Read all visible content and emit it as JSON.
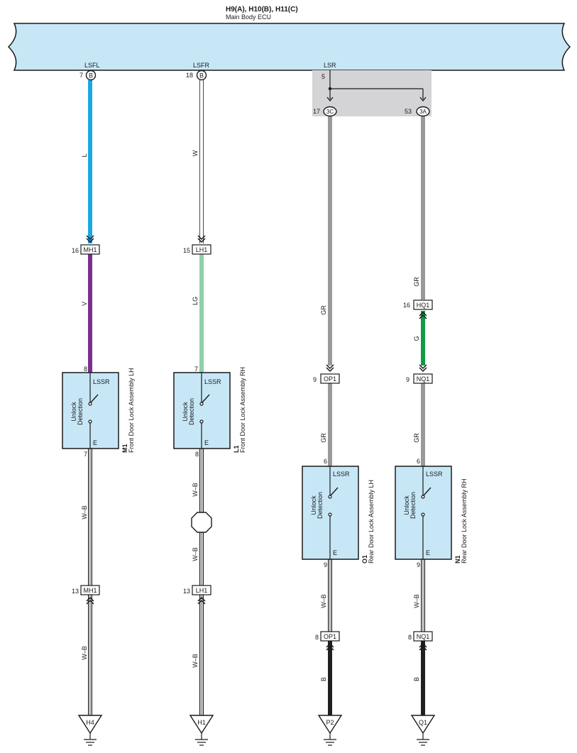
{
  "ecu": {
    "connectors_title": "H9(A), H10(B), H11(C)",
    "name": "Main Body ECU",
    "fill_color": "#c7e7f7",
    "terminals": [
      {
        "name": "LSFL",
        "pin": "7",
        "conn": "B"
      },
      {
        "name": "LSFR",
        "pin": "18",
        "conn": "B"
      },
      {
        "name": "LSR",
        "pin": "5"
      }
    ],
    "junction_pins": [
      {
        "pin": "17",
        "conn": "3C"
      },
      {
        "pin": "53",
        "conn": "3A"
      }
    ]
  },
  "wire_colors": {
    "L": "#1aa8e6",
    "W": "#ffffff",
    "V": "#7b2f8e",
    "LG": "#8fd0a6",
    "GR": "#999999",
    "G": "#119944",
    "W-B": "#ffffff",
    "B": "#231f20"
  },
  "wire_labels": {
    "l": "L",
    "w": "W",
    "v": "V",
    "lg": "LG",
    "gr": "GR",
    "g": "G",
    "wb": "W–B",
    "b": "B"
  },
  "connectors": {
    "mh1": "MH1",
    "lh1": "LH1",
    "op1": "OP1",
    "nq1": "NQ1",
    "hq1": "HQ1"
  },
  "pins": {
    "c1_top": "16",
    "c1_mod_top": "8",
    "c1_mod_bot": "7",
    "c1_low": "13",
    "c2_top": "15",
    "c2_mod_top": "7",
    "c2_mod_bot": "8",
    "c2_low": "13",
    "c3_mid": "9",
    "c3_mod_top": "6",
    "c3_mod_bot": "9",
    "c3_low": "8",
    "c4_hq": "16",
    "c4_mid": "9",
    "c4_mod_top": "6",
    "c4_mod_bot": "9",
    "c4_low": "8"
  },
  "modules": [
    {
      "id": "M1",
      "name": "Front Door Lock Assembly LH",
      "in": "LSSR",
      "out": "E",
      "switch_label_1": "Unlock",
      "switch_label_2": "Detection"
    },
    {
      "id": "L1",
      "name": "Front Door Lock Assembly RH",
      "in": "LSSR",
      "out": "E",
      "switch_label_1": "Unlock",
      "switch_label_2": "Detection"
    },
    {
      "id": "O1",
      "name": "Rear Door Lock Assembly LH",
      "in": "LSSR",
      "out": "E",
      "switch_label_1": "Unlock",
      "switch_label_2": "Detection"
    },
    {
      "id": "N1",
      "name": "Rear Door Lock Assembly RH",
      "in": "LSSR",
      "out": "E",
      "switch_label_1": "Unlock",
      "switch_label_2": "Detection"
    }
  ],
  "grounds": [
    "H4",
    "H1",
    "P2",
    "Q1"
  ]
}
